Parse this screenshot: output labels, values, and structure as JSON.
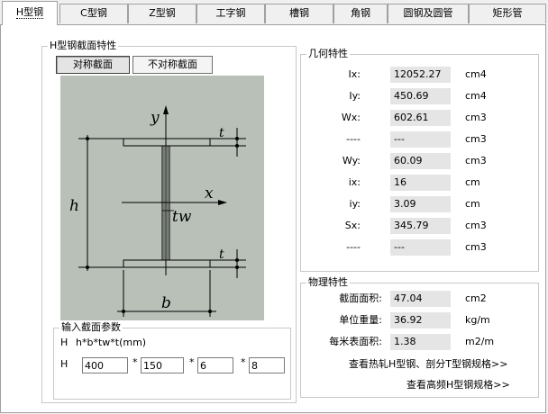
{
  "tabs": [
    "H型钢",
    "C型钢",
    "Z型钢",
    "工字钢",
    "槽钢",
    "角钢",
    "圆钢及圆管",
    "矩形管"
  ],
  "section_group": {
    "title": "H型钢截面特性",
    "sym_button": "对称截面",
    "asym_button": "不对称截面"
  },
  "diagram": {
    "y_axis": "y",
    "x_axis": "x",
    "h": "h",
    "b": "b",
    "tw": "tw",
    "t_top": "t",
    "t_bottom": "t"
  },
  "geometric": {
    "title": "几何特性",
    "rows": [
      {
        "label": "Ix:",
        "value": "12052.27",
        "unit": "cm4"
      },
      {
        "label": "Iy:",
        "value": "450.69",
        "unit": "cm4"
      },
      {
        "label": "Wx:",
        "value": "602.61",
        "unit": "cm3"
      },
      {
        "label": "----",
        "value": "---",
        "unit": "cm3"
      },
      {
        "label": "Wy:",
        "value": "60.09",
        "unit": "cm3"
      },
      {
        "label": "ix:",
        "value": "16",
        "unit": "cm"
      },
      {
        "label": "iy:",
        "value": "3.09",
        "unit": "cm"
      },
      {
        "label": "Sx:",
        "value": "345.79",
        "unit": "cm3"
      },
      {
        "label": "----",
        "value": "---",
        "unit": "cm3"
      }
    ]
  },
  "physical": {
    "title": "物理特性",
    "rows": [
      {
        "label": "截面面积:",
        "value": "47.04",
        "unit": "cm2"
      },
      {
        "label": "单位重量:",
        "value": "36.92",
        "unit": "kg/m"
      },
      {
        "label": "每米表面积:",
        "value": "1.38",
        "unit": "m2/m"
      }
    ],
    "link_hot": "查看热轧H型钢、剖分T型钢规格>>",
    "link_hf": "查看高频H型钢规格>>"
  },
  "input_group": {
    "title": "输入截面参数",
    "prefix": "H",
    "format": "h*b*tw*t(mm)",
    "row_label": "H",
    "star": "*",
    "values": [
      "400",
      "150",
      "6",
      "8"
    ]
  }
}
